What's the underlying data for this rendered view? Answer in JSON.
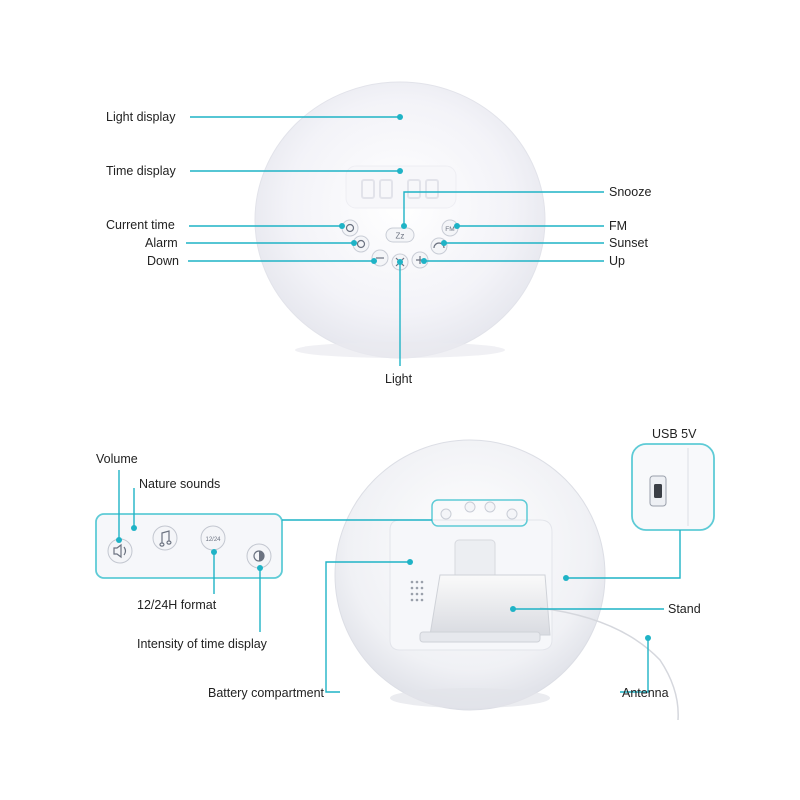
{
  "top_panel": {
    "labels": {
      "light_display": "Light display",
      "time_display": "Time display",
      "current_time": "Current time",
      "alarm": "Alarm",
      "down": "Down",
      "snooze": "Snooze",
      "fm": "FM",
      "sunset": "Sunset",
      "up": "Up",
      "light": "Light"
    },
    "button_marks": {
      "snooze": "Zz",
      "fm": "FM"
    }
  },
  "bottom_panel": {
    "labels": {
      "volume": "Volume",
      "nature_sounds": "Nature sounds",
      "format": "12/24H format",
      "intensity": "Intensity of time display",
      "battery": "Battery compartment",
      "usb": "USB 5V",
      "stand": "Stand",
      "antenna": "Antenna"
    },
    "button_marks": {
      "format": "12/24"
    }
  },
  "colors": {
    "leader": "#1fb3c6",
    "inset_border": "#5ecbd6",
    "device": "#f1f2f6",
    "text": "#222222"
  },
  "icons": [
    "volume-icon",
    "music-note-icon",
    "contrast-icon",
    "usb-port-icon",
    "speaker-grille-icon"
  ]
}
